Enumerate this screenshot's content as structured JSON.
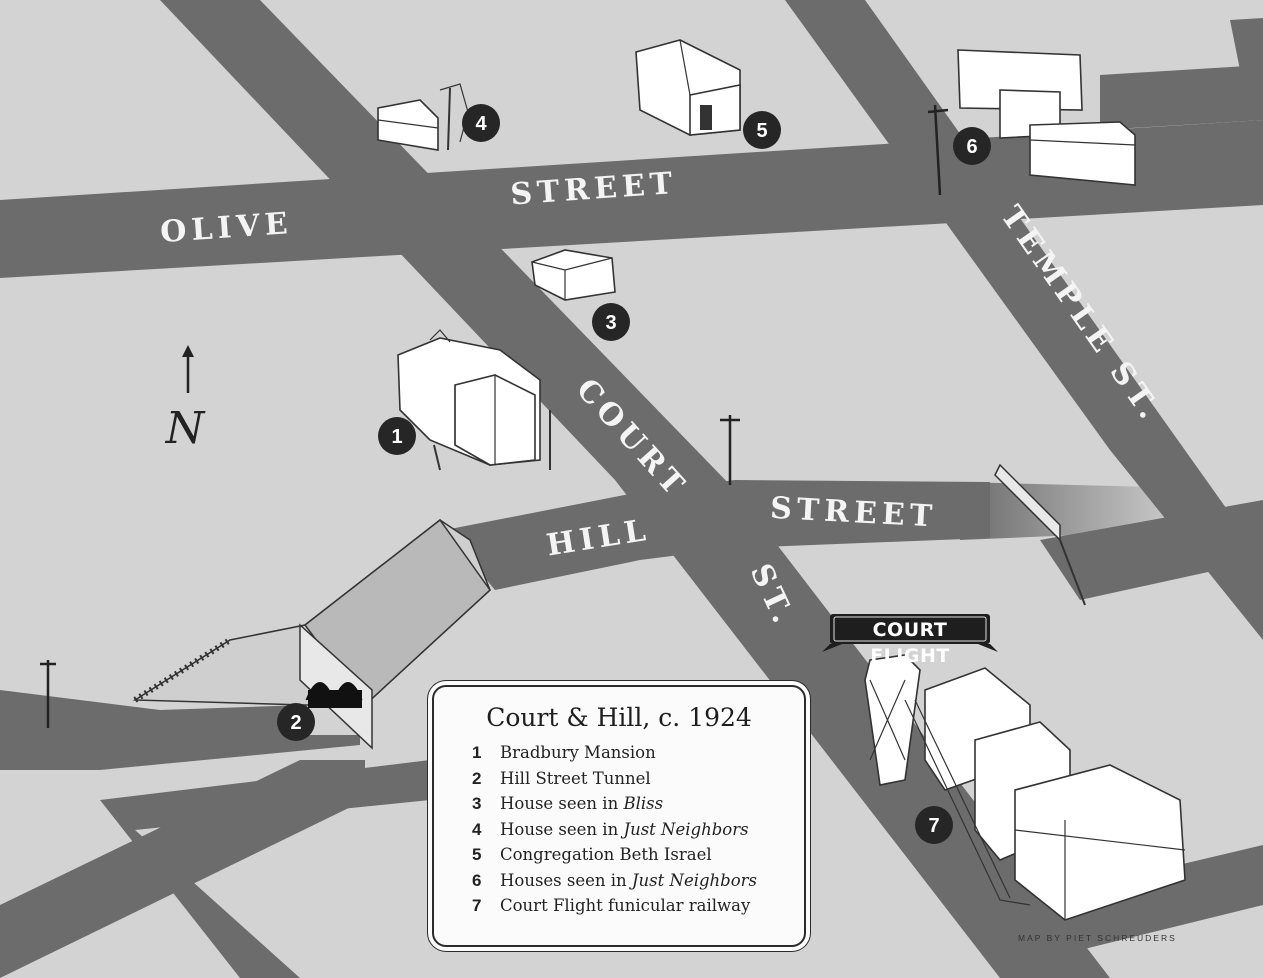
{
  "colors": {
    "road": "#6c6c6c",
    "block": "#d2d2d2",
    "marker": "#262626",
    "legend_bg": "#fbfbfb"
  },
  "streets": {
    "olive_left": "OLIVE",
    "olive_right": "STREET",
    "temple": "TEMPLE ST.",
    "court": "COURT",
    "hill_left": "HILL",
    "hill_right": "STREET",
    "st": "ST."
  },
  "north_letter": "N",
  "sign_label": "COURT FLIGHT",
  "markers": [
    "1",
    "2",
    "3",
    "4",
    "5",
    "6",
    "7"
  ],
  "legend": {
    "title": "Court & Hill, c. 1924",
    "items": [
      {
        "num": "1",
        "text": "Bradbury Mansion",
        "italic": ""
      },
      {
        "num": "2",
        "text": "Hill Street Tunnel",
        "italic": ""
      },
      {
        "num": "3",
        "text": "House seen in ",
        "italic": "Bliss"
      },
      {
        "num": "4",
        "text": "House seen in ",
        "italic": "Just Neighbors"
      },
      {
        "num": "5",
        "text": "Congregation Beth Israel",
        "italic": ""
      },
      {
        "num": "6",
        "text": "Houses seen in ",
        "italic": "Just Neighbors"
      },
      {
        "num": "7",
        "text": "Court Flight funicular railway",
        "italic": ""
      }
    ]
  },
  "credit": "MAP BY PIET SCHREUDERS"
}
